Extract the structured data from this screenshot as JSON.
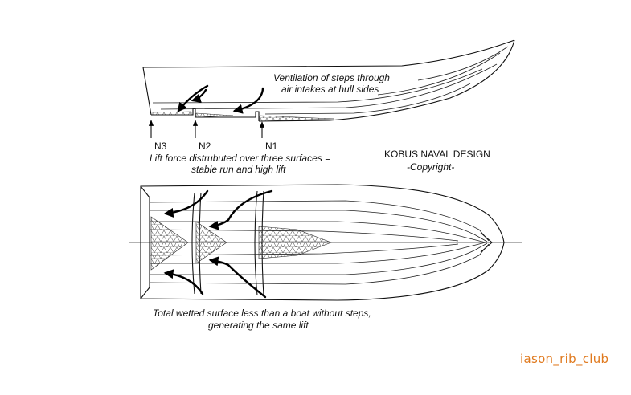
{
  "annotations": {
    "ventilation_line1": "Ventilation of steps through",
    "ventilation_line2": "air intakes at hull sides",
    "lift_line1": "Lift force distrubuted over three surfaces =",
    "lift_line2": "stable run and high lift",
    "designer": "KOBUS NAVAL DESIGN",
    "copyright": "-Copyright-",
    "wetted_line1": "Total wetted surface less than a boat without steps,",
    "wetted_line2": "generating the same lift"
  },
  "step_labels": [
    "N3",
    "N2",
    "N1"
  ],
  "watermark": "iason_rib_club",
  "colors": {
    "line": "#111111",
    "watermark": "#e07a1f"
  }
}
